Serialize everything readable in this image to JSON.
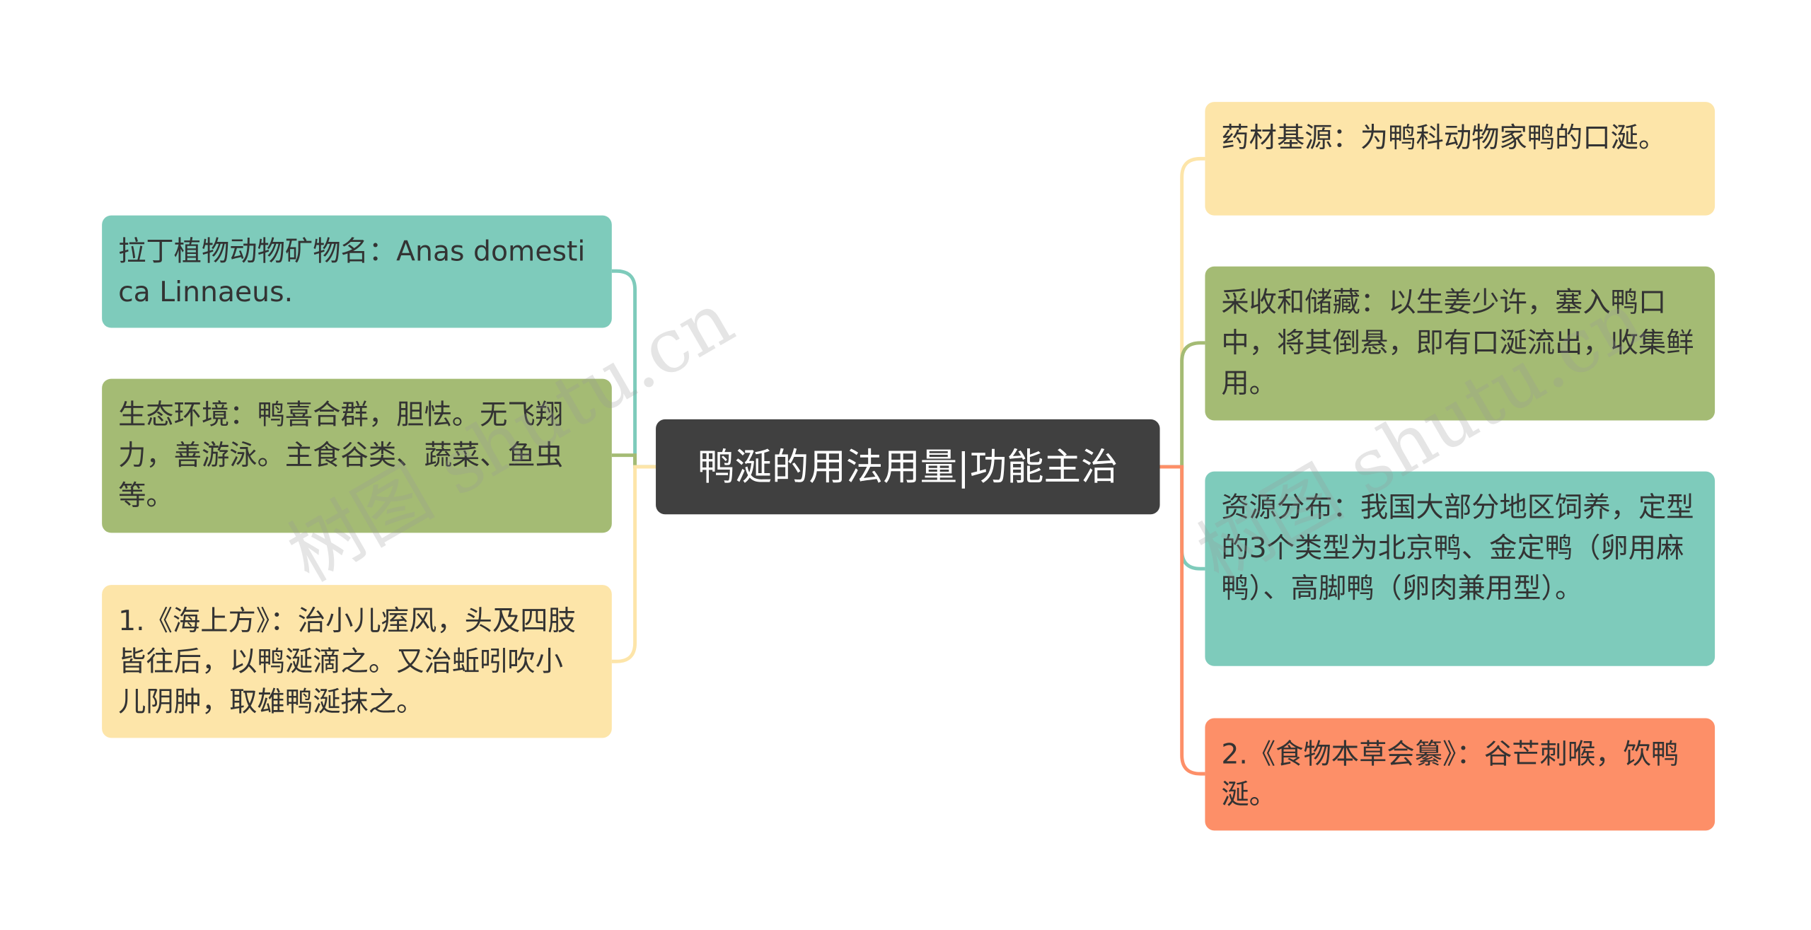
{
  "root": {
    "title": "鸭涎的用法用量|功能主治"
  },
  "left_branches": [
    {
      "text": "拉丁植物动物矿物名：Anas domestica Linnaeus.",
      "color": "#7ecbbb"
    },
    {
      "text": "生态环境：鸭喜合群，胆怯。无飞翔力，善游泳。主食谷类、蔬菜、鱼虫等。",
      "color": "#a4bb74"
    },
    {
      "text": "1.《海上方》：治小儿痓风，头及四肢皆往后，以鸭涎滴之。又治蚯吲吹小 儿阴肿，取雄鸭涎抹之。",
      "color": "#fde5a9"
    }
  ],
  "right_branches": [
    {
      "text": "药材基源：为鸭科动物家鸭的口涎。",
      "color": "#fde5a9"
    },
    {
      "text": "采收和储藏：以生姜少许，塞入鸭口中，将其倒悬，即有口涎流出，收集鲜用。",
      "color": "#a4bb74"
    },
    {
      "text": "资源分布：我国大部分地区饲养，定型的3个类型为北京鸭、金定鸭（卵用麻鸭）、高脚鸭（卵肉兼用型）。",
      "color": "#7ecbbb"
    },
    {
      "text": "2.《食物本草会纂》：谷芒刺喉，饮鸭涎。",
      "color": "#fd8f68"
    }
  ],
  "watermarks": [
    "树图 shutu.cn",
    "树图 shutu.cn"
  ]
}
